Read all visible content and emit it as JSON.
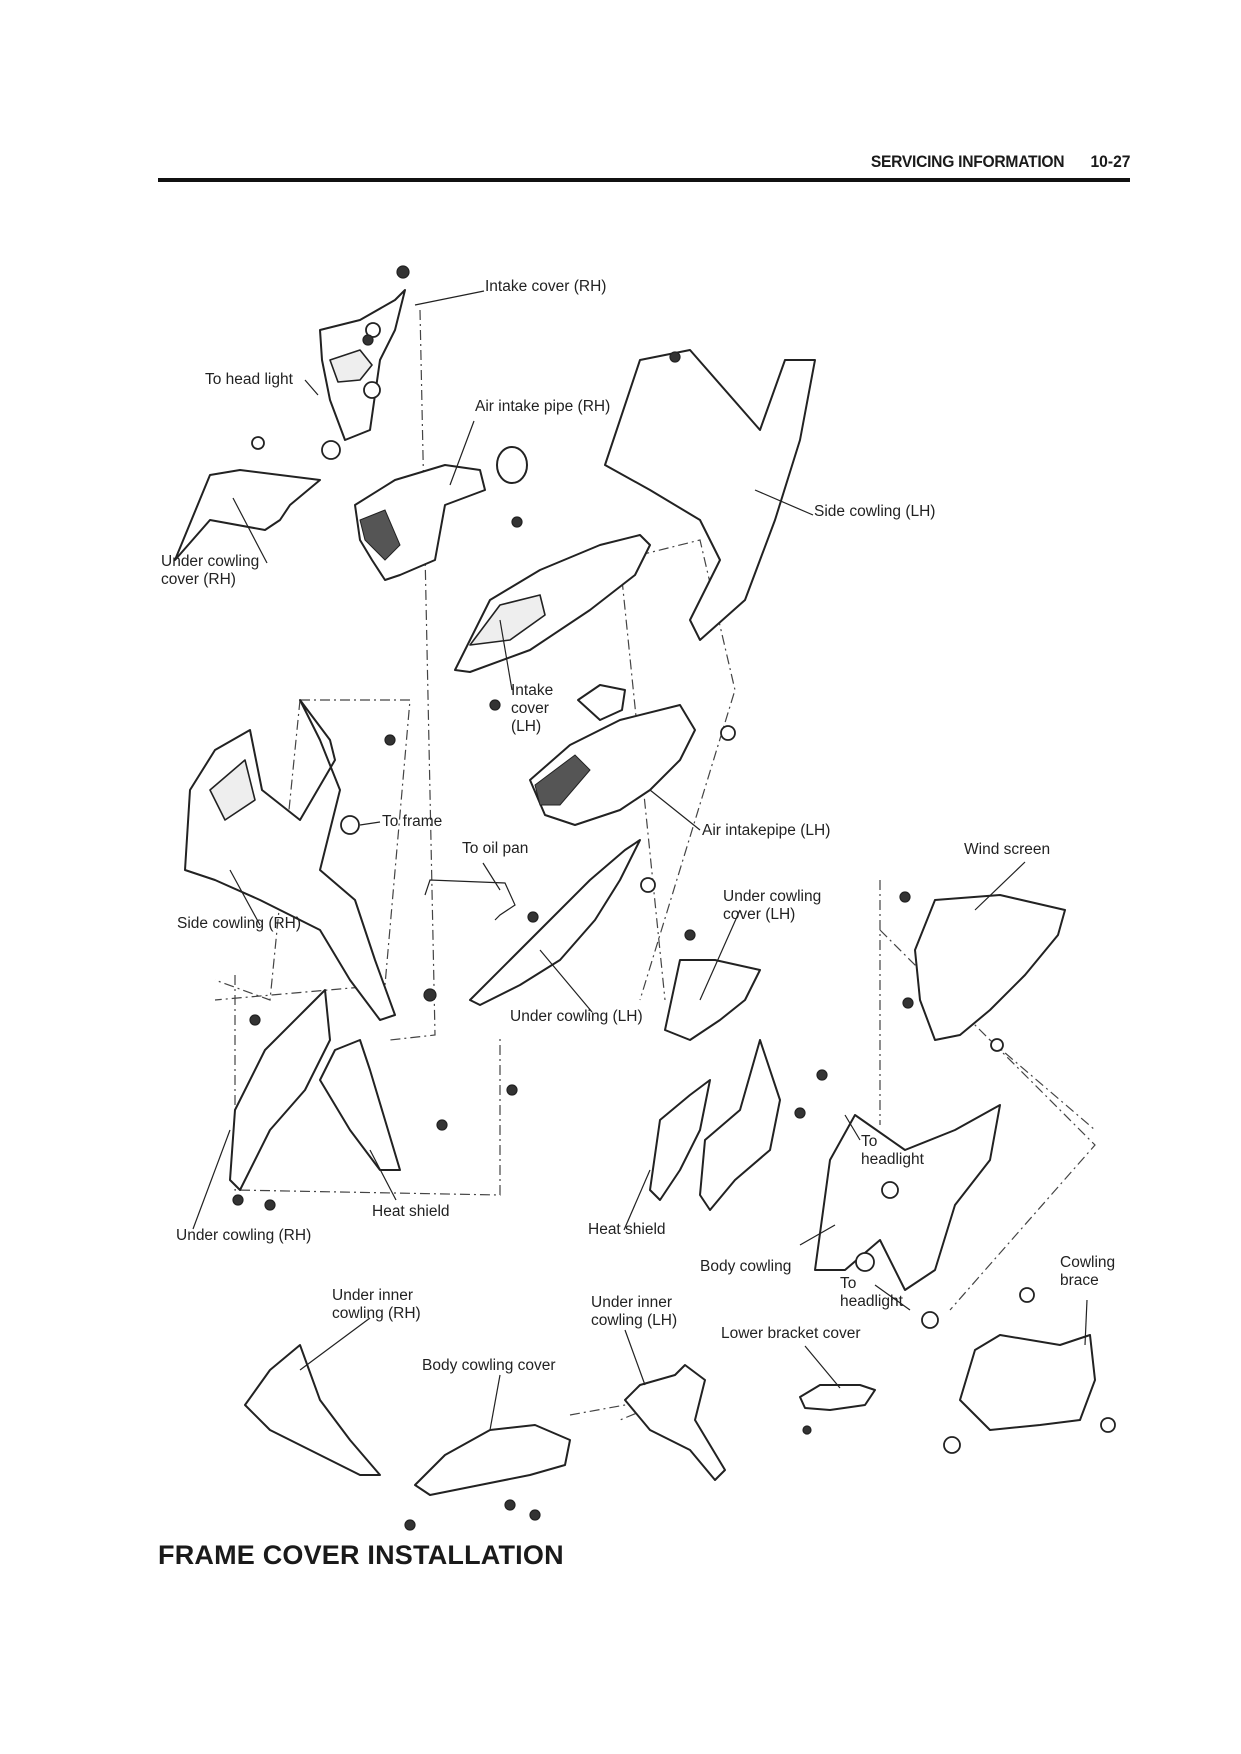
{
  "header": {
    "section": "SERVICING INFORMATION",
    "page": "10-27"
  },
  "footer": {
    "title": "FRAME COVER INSTALLATION"
  },
  "labels": {
    "intake_cover_rh": "Intake cover (RH)",
    "to_head_light": "To head light",
    "air_intake_pipe_rh": "Air intake pipe (RH)",
    "side_cowling_lh": "Side cowling (LH)",
    "under_cowling_cover_rh": "Under cowling\ncover (RH)",
    "intake_cover_lh": "Intake\ncover\n(LH)",
    "to_frame": "To frame",
    "air_intake_pipe_lh": "Air intakepipe (LH)",
    "to_oil_pan": "To oil pan",
    "wind_screen": "Wind screen",
    "under_cowling_cover_lh": "Under cowling\ncover (LH)",
    "side_cowling_rh": "Side cowling (RH)",
    "under_cowling_lh": "Under cowling (LH)",
    "to_headlight_upper": "To\nheadlight",
    "heat_shield_left": "Heat shield",
    "under_cowling_rh": "Under cowling (RH)",
    "heat_shield_right": "Heat shield",
    "body_cowling": "Body cowling",
    "cowling_brace": "Cowling\nbrace",
    "to_headlight_lower": "To\nheadlight",
    "under_inner_cowling_rh": "Under inner\ncowling (RH)",
    "under_inner_cowling_lh": "Under inner\ncowling (LH)",
    "lower_bracket_cover": "Lower bracket cover",
    "body_cowling_cover": "Body cowling cover"
  }
}
